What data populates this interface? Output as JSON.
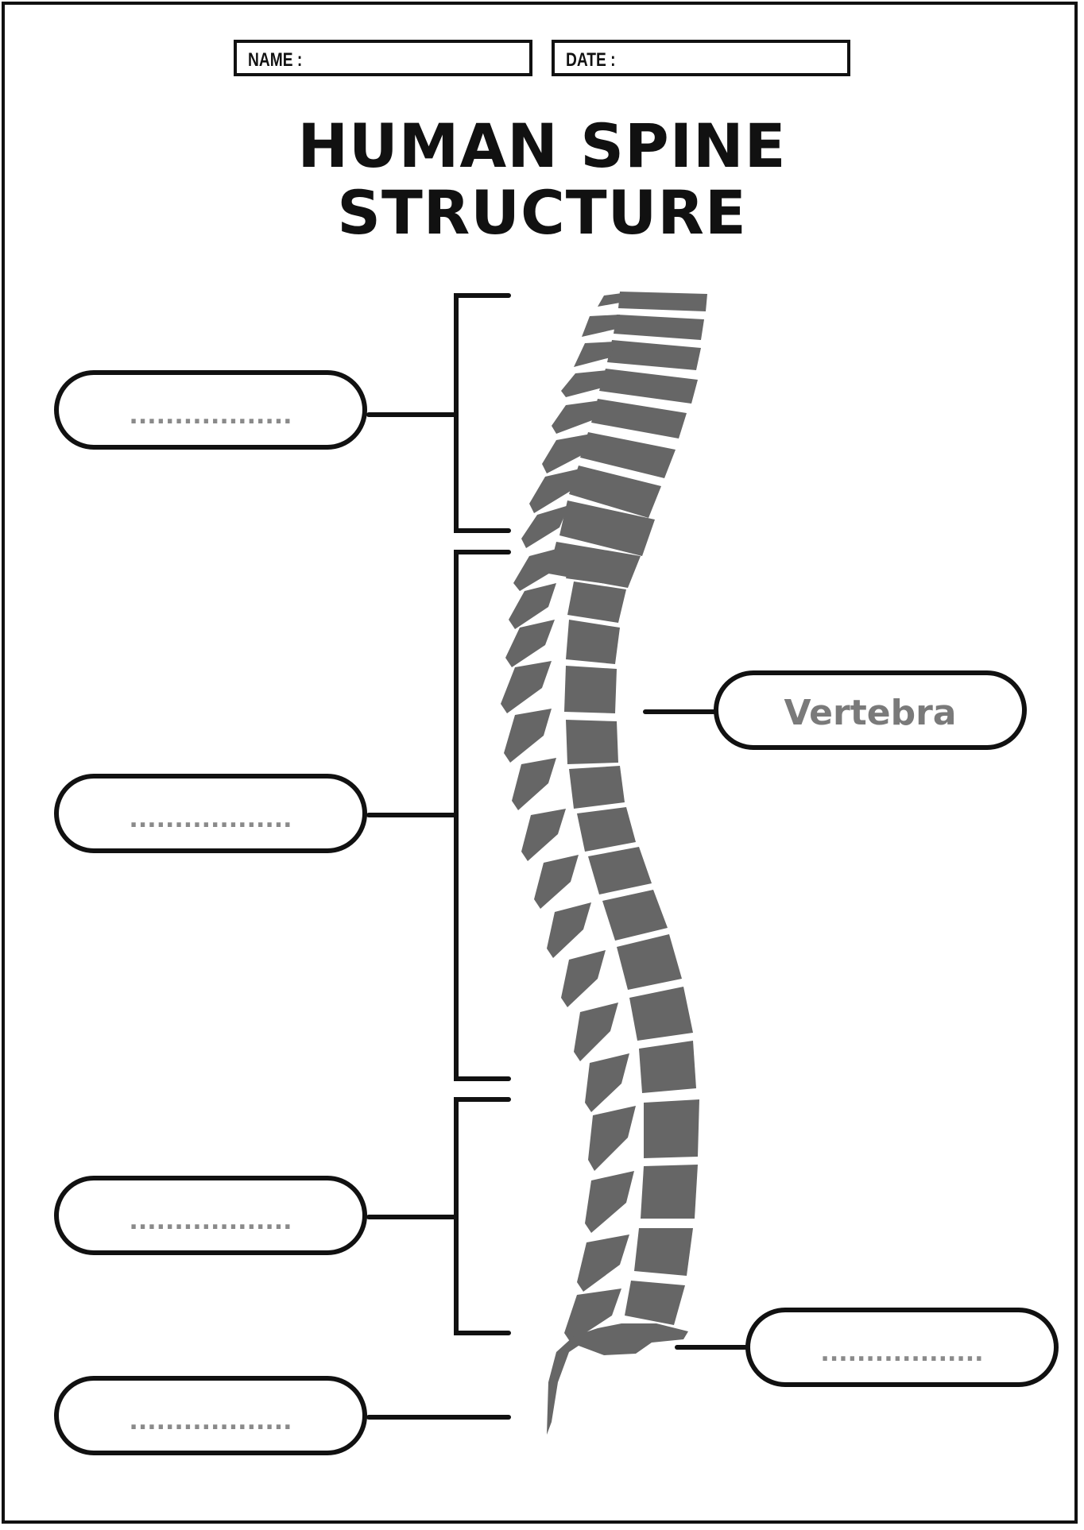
{
  "header": {
    "name_label": "NAME :",
    "date_label": "DATE :"
  },
  "title": {
    "line1": "HUMAN SPINE",
    "line2": "STRUCTURE"
  },
  "labels": {
    "cervical_blank": "..................",
    "thoracic_blank": "..................",
    "lumbar_blank": "..................",
    "coccyx_blank": "..................",
    "sacrum_blank": "..................",
    "vertebra": "Vertebra"
  },
  "colors": {
    "ink": "#111111",
    "bone": "#666666",
    "hint": "#8a8a8a"
  }
}
